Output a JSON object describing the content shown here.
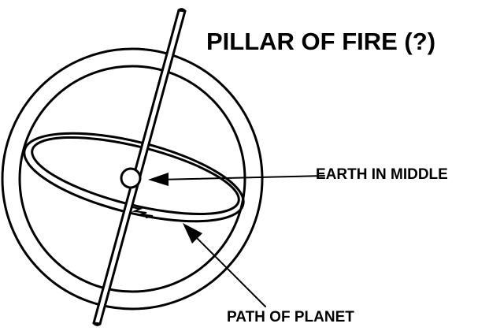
{
  "labels": {
    "title": "PILLAR OF FIRE (?)",
    "earth": "EARTH IN MIDDLE",
    "path": "PATH OF PLANET"
  },
  "colors": {
    "stroke": "#000000",
    "background": "#ffffff"
  }
}
